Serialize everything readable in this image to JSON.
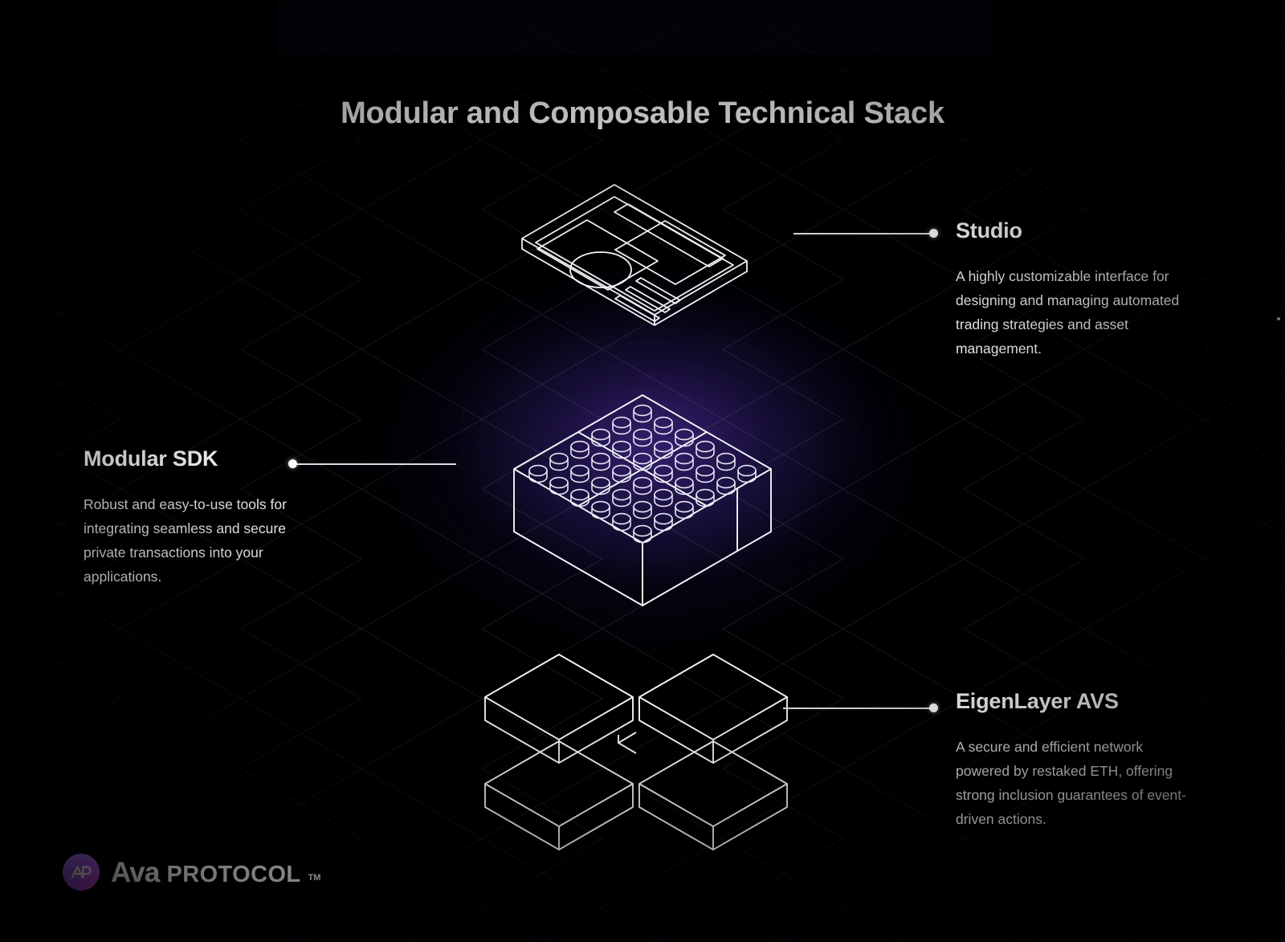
{
  "page": {
    "title": "Modular and Composable Technical Stack",
    "background_color": "#000002",
    "accent_glow_color": "#3a2480",
    "text_color": "#ffffff",
    "body_text_color": "#e9e9ee",
    "line_color": "#dcdce2"
  },
  "layers": [
    {
      "id": "studio",
      "heading": "Studio",
      "body": "A highly customizable interface for designing and managing automated trading strategies and asset management.",
      "side": "right",
      "illustration": "isometric-dashboard-panel"
    },
    {
      "id": "modular-sdk",
      "heading": "Modular SDK",
      "body": "Robust and easy-to-use tools for integrating seamless and secure private transactions into your applications.",
      "side": "left",
      "illustration": "isometric-lego-brick"
    },
    {
      "id": "eigenlayer-avs",
      "heading": "EigenLayer AVS",
      "body": "A secure and efficient network powered by restaked ETH, offering strong inclusion guarantees of event-driven actions.",
      "side": "right",
      "illustration": "isometric-four-slabs"
    }
  ],
  "brand": {
    "badge_initials": "AP",
    "name_primary": "Ava",
    "name_secondary": "PROTOCOL",
    "trademark": "TM",
    "badge_gradient_from": "#b07bf0",
    "badge_gradient_to": "#cf4fe0"
  }
}
